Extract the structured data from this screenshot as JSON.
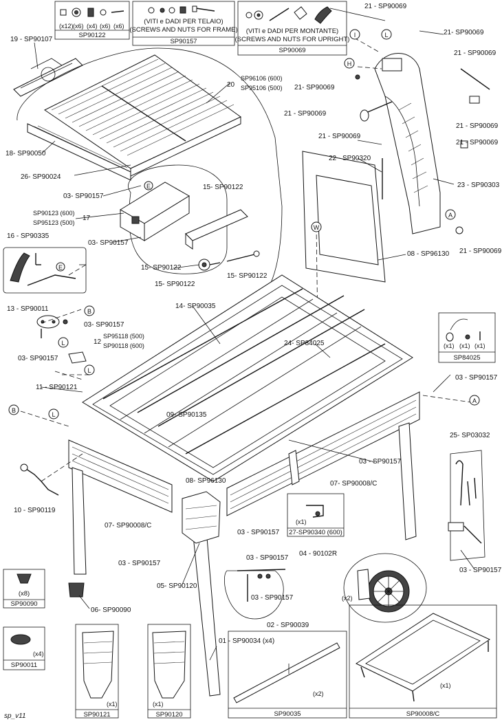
{
  "drawing": {
    "version_tag": "sp_v11"
  },
  "kits": {
    "sp90122": {
      "code": "SP90122",
      "qty": [
        "(x12)",
        "(x6)",
        "(x4)",
        "(x6)",
        "(x6)"
      ]
    },
    "sp90157": {
      "code": "SP90157",
      "line1": "(VITI e DADI PER TELAIO)",
      "line2": "(SCREWS AND NUTS FOR FRAME)"
    },
    "sp90069": {
      "code": "SP90069",
      "line1": "(VITI e DADI PER MONTANTE)",
      "line2": "(SCREWS AND NUTS FOR UPRIGHT)"
    },
    "sp84025": {
      "code": "SP84025",
      "qty": [
        "(x1)",
        "(x1)",
        "(x1)"
      ]
    },
    "sp90340": {
      "code": "27-SP90340 (600)",
      "qty": "(x1)"
    },
    "sp90090": {
      "code": "SP90090",
      "qty": "(x8)"
    },
    "sp90011": {
      "code": "SP90011",
      "qty": "(x4)"
    },
    "sp90121": {
      "code": "SP90121",
      "qty": "(x1)"
    },
    "sp90120": {
      "code": "SP90120",
      "qty": "(x1)"
    },
    "sp90035": {
      "code": "SP90035",
      "qty": "(x2)"
    },
    "sp90008": {
      "code": "SP90008/C",
      "qty": "(x1)"
    }
  },
  "callouts": {
    "c19": "19 - SP90107",
    "c20": "20",
    "c20a": "SP96106 (600)",
    "c20b": "SP95106 (500)",
    "c18": "18- SP90050",
    "c26": "26- SP90024",
    "c03a": "03- SP90157",
    "c03b": "03- SP90157",
    "c15a": "15- SP90122",
    "c17": "17",
    "c17a": "SP90123 (600)",
    "c17b": "SP95123 (500)",
    "c16": "16 - SP90335",
    "c15b": "15- SP90122",
    "c15c": "15- SP90122",
    "c15d": "15- SP90122",
    "c13": "13 - SP90011",
    "c03c": "03- SP90157",
    "c03d": "03- SP90157",
    "c12": "12",
    "c12a": "SP95118 (500)",
    "c12b": "SP90118 (600)",
    "c14": "14- SP90035",
    "c11": "11 - SP90121",
    "c24": "24- SP84025",
    "c03e": "03 - SP90157",
    "c09": "09- SP90135",
    "c25": "25- SP03032",
    "c03f": "03 - SP90157",
    "c10": "10 - SP90119",
    "c08b": "08- SP96130",
    "c07a": "07- SP90008/C",
    "c07b": "07- SP90008/C",
    "c03g": "03 - SP90157",
    "c03h": "03 - SP90157",
    "c03i": "03 - SP90157",
    "c03j": "03 - SP90157",
    "c03k": "03 - SP90157",
    "c04": "04 - 90102R",
    "c04q": "(x2)",
    "c05": "05- SP90120",
    "c06": "06- SP90090",
    "c02": "02 - SP90039",
    "c01": "01 - SP90034 (x4)",
    "c21a": "21 - SP90069",
    "c21b": "21- SP90069",
    "c21c": "21 - SP90069",
    "c21d": "21- SP90069",
    "c21e": "21 - SP90069",
    "c21f": "21 - SP90069",
    "c21g": "21 - SP90069",
    "c21h": "21 - SP90069",
    "c22": "22 - SP90320",
    "c23": "23 - SP90303",
    "c08a": "08 - SP96130",
    "c21i": "21 - SP90069"
  },
  "markers": {
    "I": "I",
    "L": "L",
    "H": "H",
    "W": "W",
    "A": "A",
    "B": "B",
    "E": "E"
  }
}
